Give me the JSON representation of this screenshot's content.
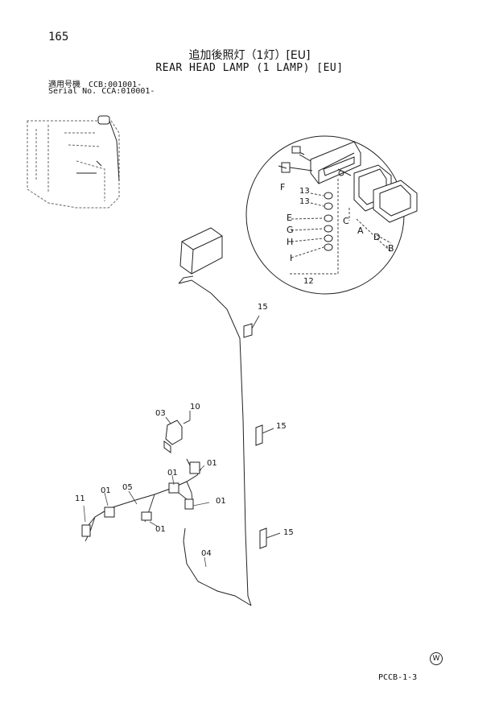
{
  "header": {
    "page_number": "165",
    "title_jp": "追加後照灯（1灯）[EU]",
    "title_en": "REAR HEAD LAMP (1 LAMP) [EU]",
    "serial_jp": "適用号機　CCB:001001-",
    "serial_en": "Serial No. CCA:010001-"
  },
  "inset_labels": {
    "f": "F",
    "n13a": "13",
    "n13b": "13",
    "e": "E",
    "g": "G",
    "h": "H",
    "i": "I",
    "c": "C",
    "a": "A",
    "d": "D",
    "b": "B",
    "n12": "12"
  },
  "callouts": {
    "c15a": "15",
    "c15b": "15",
    "c15c": "15",
    "c03": "03",
    "c10": "10",
    "c01a": "01",
    "c01b": "01",
    "c01c": "01",
    "c01d": "01",
    "c01e": "01",
    "c11": "11",
    "c05": "05",
    "c04": "04"
  },
  "footer": {
    "mark": "W",
    "code": "PCCB-1-3"
  }
}
